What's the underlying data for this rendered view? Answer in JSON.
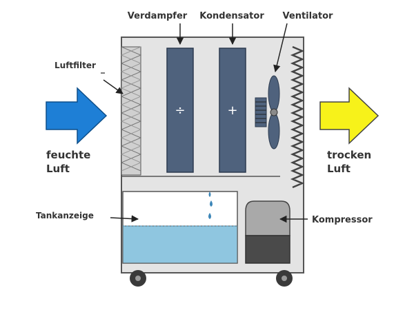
{
  "labels": {
    "evaporator": "Verdampfer",
    "condenser": "Kondensator",
    "fan": "Ventilator",
    "air_filter": "Luftfilter",
    "humid_air_line1": "feuchte",
    "humid_air_line2": "Luft",
    "dry_air_line1": "trocken",
    "dry_air_line2": "Luft",
    "tank_indicator": "Tankanzeige",
    "compressor": "Kompressor"
  },
  "symbols": {
    "evaporator": "÷",
    "condenser": "+"
  },
  "colors": {
    "inlet_arrow": "#1e7fd6",
    "outlet_arrow": "#f7f21a",
    "cabinet": "#e4e4e4",
    "coil": "#4f627d",
    "water": "#8fc6e0",
    "compressor_top": "#a9a9a9",
    "compressor_bottom": "#4a4a4a"
  }
}
